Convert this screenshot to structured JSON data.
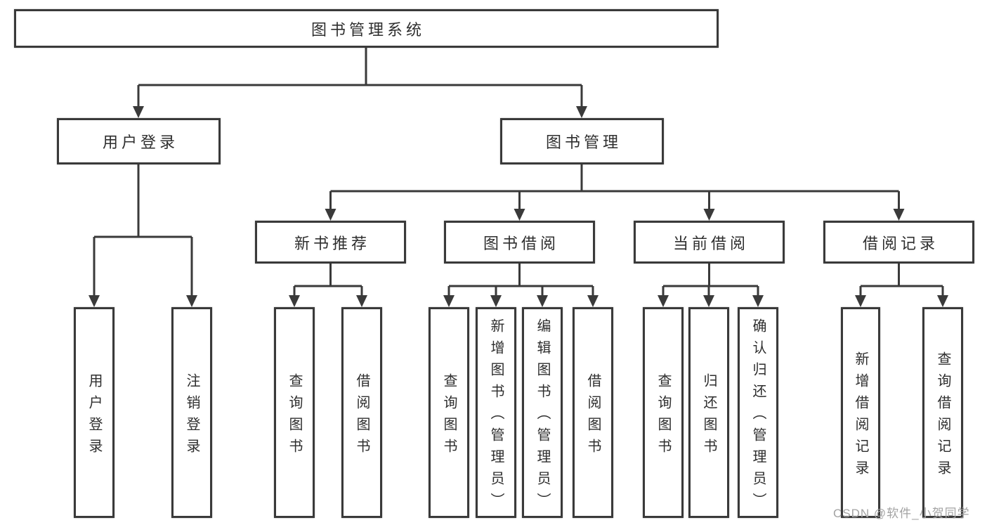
{
  "tree": {
    "label": "图书管理系统",
    "children": [
      {
        "label": "用户登录",
        "children": [
          {
            "label": "用户登录"
          },
          {
            "label": "注销登录"
          }
        ]
      },
      {
        "label": "图书管理",
        "children": [
          {
            "label": "新书推荐",
            "children": [
              {
                "label": "查询图书"
              },
              {
                "label": "借阅图书"
              }
            ]
          },
          {
            "label": "图书借阅",
            "children": [
              {
                "label": "查询图书"
              },
              {
                "label": "新增图书（管理员）"
              },
              {
                "label": "编辑图书（管理员）"
              },
              {
                "label": "借阅图书"
              }
            ]
          },
          {
            "label": "当前借阅",
            "children": [
              {
                "label": "查询图书"
              },
              {
                "label": "归还图书"
              },
              {
                "label": "确认归还（管理员）"
              }
            ]
          },
          {
            "label": "借阅记录",
            "children": [
              {
                "label": "新增借阅记录"
              },
              {
                "label": "查询借阅记录"
              }
            ]
          }
        ]
      }
    ]
  },
  "watermark": {
    "text": "CSDN @软件_小贺同学"
  },
  "colors": {
    "line": "#3a3a3a",
    "box_border": "#3a3a3a",
    "text": "#2e2e2e",
    "watermark_text": "#a3a3a3",
    "background": "#ffffff"
  }
}
